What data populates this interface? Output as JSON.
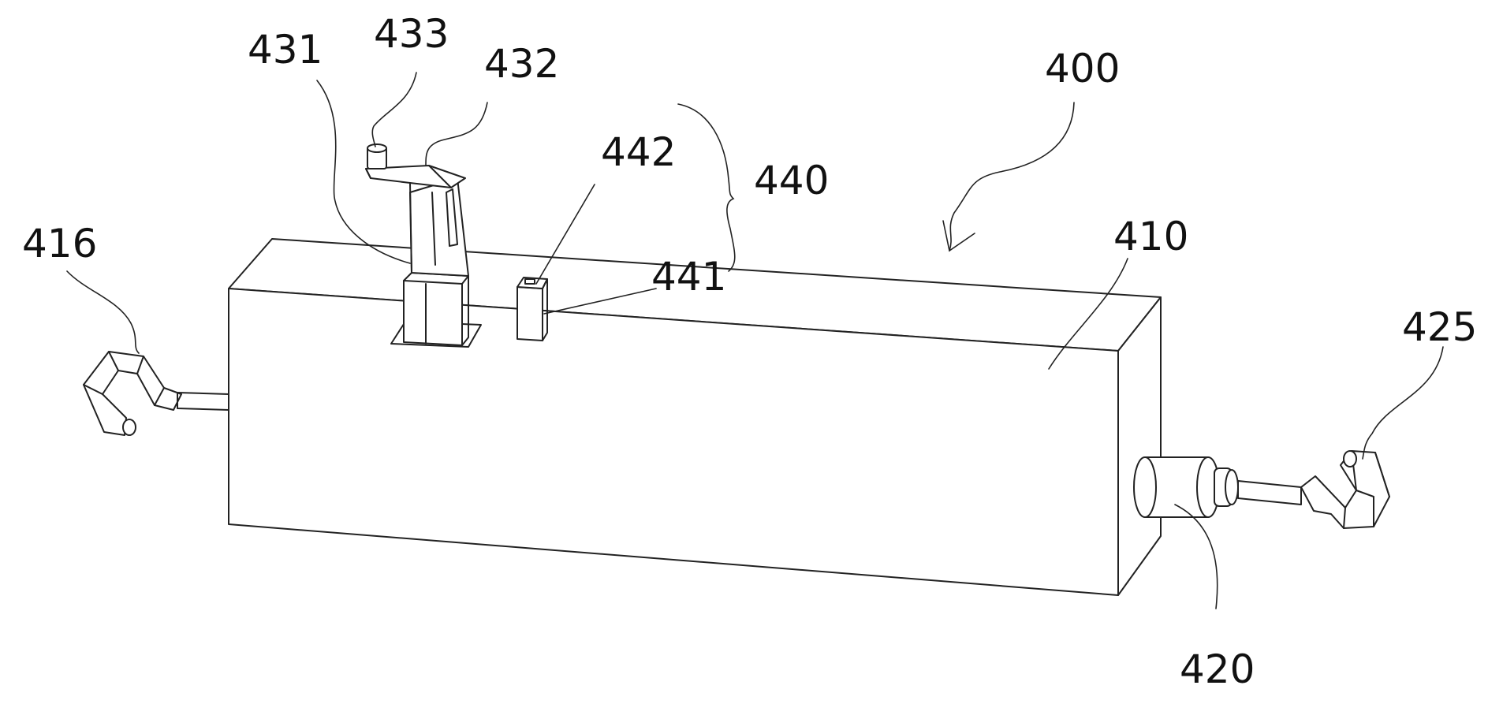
{
  "labels": {
    "device": "400",
    "housing": "410",
    "hook_left": "416",
    "motor": "420",
    "hook_right": "425",
    "post": "431",
    "arm": "432",
    "pin": "433",
    "sensor_group": "440",
    "sensor_body": "441",
    "sensor_cap": "442"
  },
  "colors": {
    "line": "#222222",
    "background": "#ffffff"
  }
}
